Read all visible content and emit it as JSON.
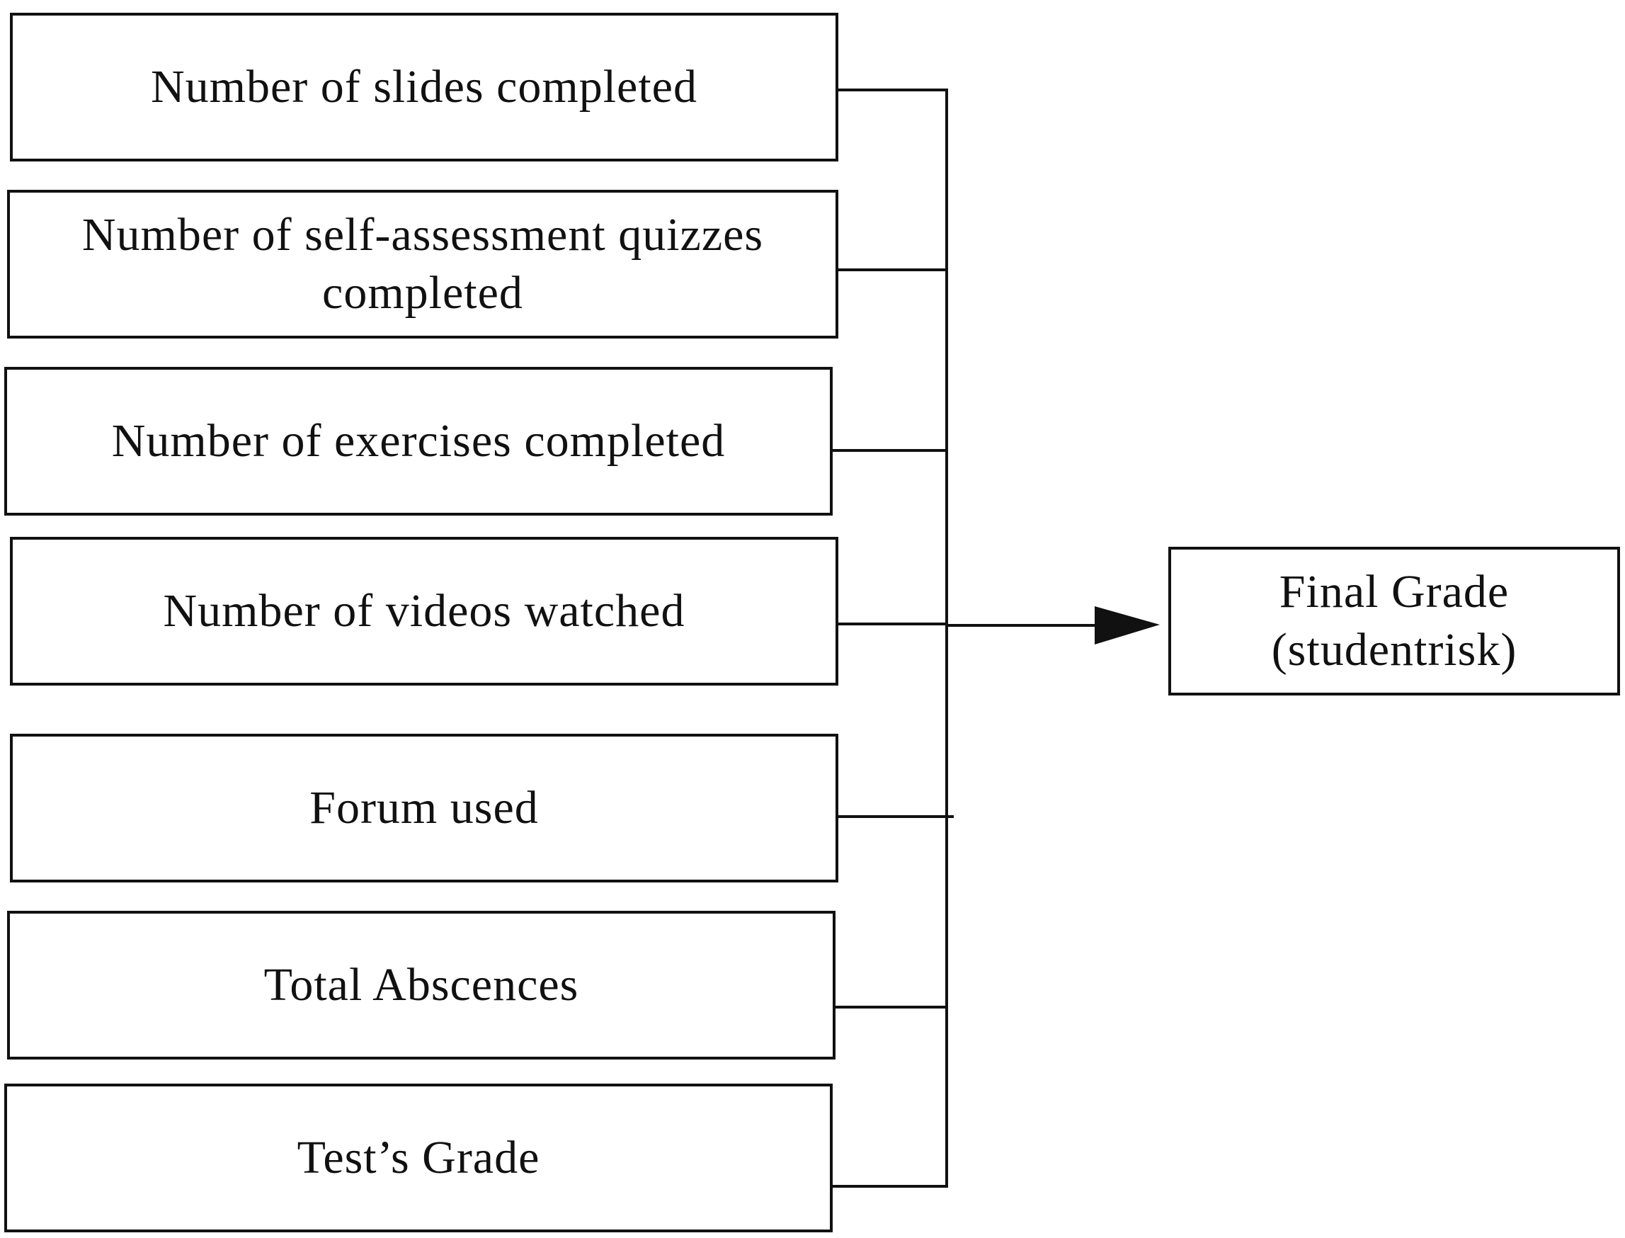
{
  "inputs": [
    {
      "label": "Number of slides completed"
    },
    {
      "label": "Number of self-assessment quizzes\ncompleted"
    },
    {
      "label": "Number of exercises completed"
    },
    {
      "label": "Number of videos watched"
    },
    {
      "label": "Forum used"
    },
    {
      "label": "Total Abscences"
    },
    {
      "label": "Test’s Grade"
    }
  ],
  "output": {
    "label": "Final Grade\n(studentrisk)"
  },
  "colors": {
    "stroke": "#111111",
    "background": "#ffffff"
  }
}
